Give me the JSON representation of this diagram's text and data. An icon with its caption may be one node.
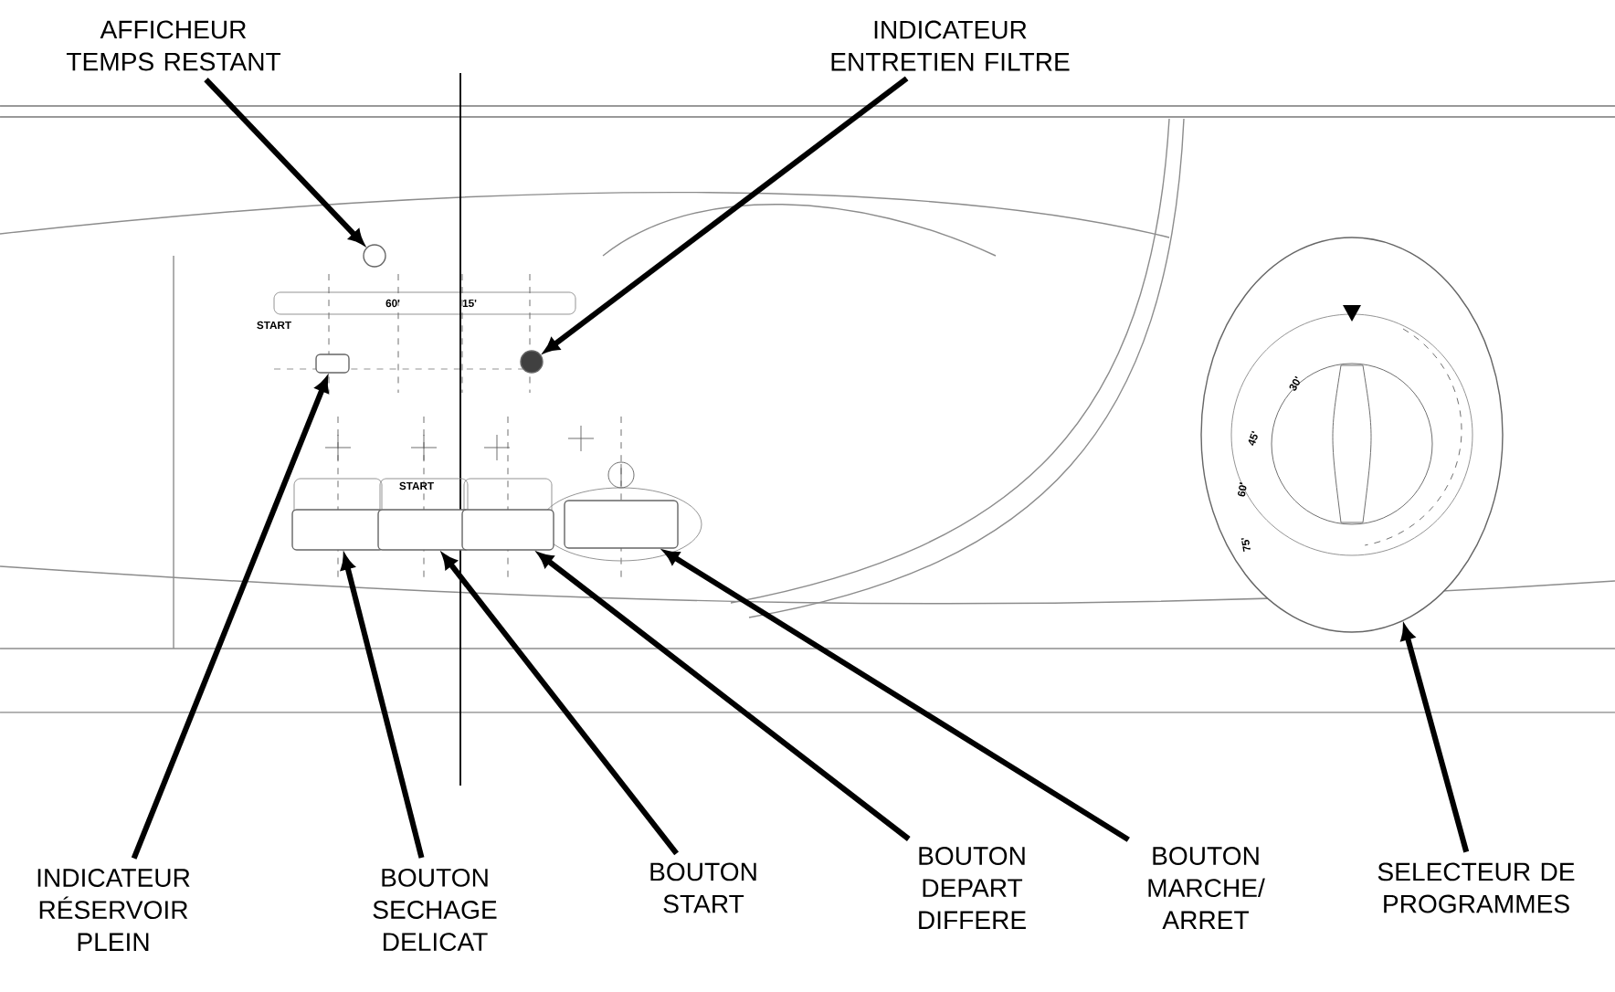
{
  "diagram": {
    "nodes": [
      {
        "text": [
          "AFFICHEUR TEMPS RESTANT"
        ]
      },
      {
        "text": [
          "INDICATEUR ENTRETIEN FILTRE"
        ]
      },
      {
        "text": [
          "INDICATEUR RÉSERVOIR PLEIN"
        ]
      },
      {
        "text": [
          "BOUTON SECHAGE DELICAT"
        ]
      },
      {
        "text": [
          "BOUTON START"
        ]
      },
      {
        "text": [
          "BOUTON DEPART DIFFERE"
        ]
      },
      {
        "text": [
          "BOUTON MARCHE/ ARRET"
        ]
      },
      {
        "text": [
          "SELECTEUR DE PROGRAMMES"
        ]
      },
      {
        "text": [],
        "shape": "circle"
      },
      {
        "text": [],
        "shape": "circle"
      },
      {
        "text": [],
        "shape": "box"
      },
      {
        "text": [],
        "shape": "box"
      },
      {
        "text": [],
        "shape": "box"
      },
      {
        "text": [],
        "shape": "box"
      },
      {
        "text": [],
        "shape": "box"
      },
      {
        "text": [],
        "shape": "circle"
      }
    ],
    "edges": [
      {
        "from": 0,
        "to": 8,
        "arrow": "to"
      },
      {
        "from": 1,
        "to": 9,
        "arrow": "to"
      },
      {
        "from": 2,
        "to": 10,
        "arrow": "to"
      },
      {
        "from": 3,
        "to": 11,
        "arrow": "to"
      },
      {
        "from": 4,
        "to": 12,
        "arrow": "to"
      },
      {
        "from": 5,
        "to": 13,
        "arrow": "to"
      },
      {
        "from": 6,
        "to": 14,
        "arrow": "to"
      },
      {
        "from": 7,
        "to": 15,
        "arrow": "to"
      }
    ],
    "labels": [
      "START",
      "60'",
      "15'",
      "START",
      "30'",
      "45'",
      "60'",
      "75'"
    ]
  }
}
